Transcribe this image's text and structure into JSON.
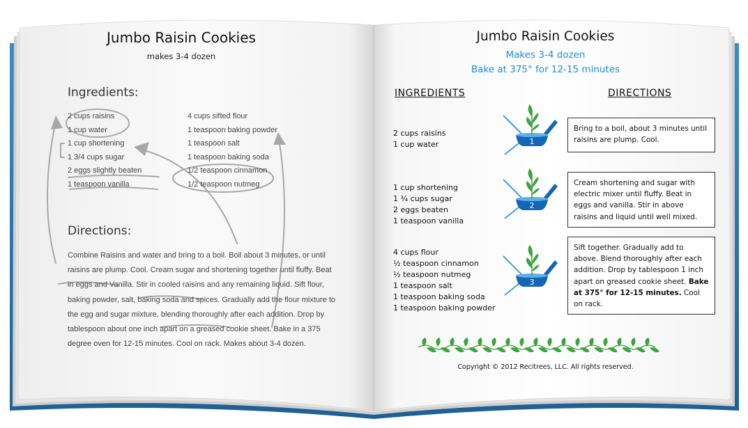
{
  "left": {
    "title": "Jumbo Raisin Cookies",
    "subtitle": "makes 3-4 dozen",
    "ingredients_heading": "Ingredients:",
    "ingredients_col1": [
      "2 cups raisins",
      "1 cup water",
      "1 cup shortening",
      "1 3/4 cups sugar",
      "2 eggs slightly beaten",
      "1 teaspoon vanilla"
    ],
    "ingredients_col2": [
      "4 cups sifted flour",
      "1 teaspoon baking powder",
      "1 teaspoon salt",
      "1 teaspoon baking soda",
      "1/2 teaspoon cinnamon",
      "1/2 teaspoon nutmeg"
    ],
    "directions_heading": "Directions:",
    "directions_lines": [
      "Combine Raisins and water and bring to a boil. Boil about 3 minutes, or until",
      "raisins are plump. Cool. Cream sugar and shortening together until fluffy. Beat",
      "in eggs and Vanilla. Stir in cooled raisins and any remaining liquid. Sift flour,",
      "baking powder, salt, baking soda and spices. Gradually add the flour mixture to",
      "the egg and sugar mixture, blending thoroughly after each addition. Drop by",
      "tablespoon about one inch apart on a greased cookie sheet. Bake in a 375",
      "degree oven for 12-15 minutes. Cool on rack. Makes about 3-4 dozen."
    ]
  },
  "right": {
    "title": "Jumbo Raisin Cookies",
    "subtitle1": "Makes 3-4 dozen",
    "subtitle2": "Bake at 375° for 12-15 minutes",
    "ingredients_heading": "INGREDIENTS",
    "directions_heading": "DIRECTIONS",
    "groups": [
      {
        "step": "1",
        "items": [
          "2 cups raisins",
          "1 cup water"
        ],
        "direction": "Bring to a boil, about 3 minutes until raisins are plump. Cool."
      },
      {
        "step": "2",
        "items": [
          "1 cup shortening",
          "1 ¾ cups sugar",
          "2 eggs beaten",
          "1 teaspoon vanilla"
        ],
        "direction": "Cream shortening and sugar with electric mixer until fluffy. Beat in eggs and vanilla. Stir in above raisins and liquid until well mixed."
      },
      {
        "step": "3",
        "items": [
          "4 cups flour",
          "½ teaspoon cinnamon",
          "½ teaspoon nutmeg",
          "1 teaspoon salt",
          "1 teaspoon baking soda",
          "1 teaspoon baking powder"
        ],
        "direction_pre": "Sift together. Gradually add to above. Blend thoroughly after each addition. Drop by tablespoon 1 inch apart on greased cookie sheet.",
        "direction_bold": "Bake at 375° for 12-15 minutes.",
        "direction_post": "Cool on rack."
      }
    ],
    "copyright": "Copyright © 2012 Recitrees, LLC. All rights reserved."
  },
  "colors": {
    "accent": "#1a8fd6",
    "bowl": "#1565b5",
    "leaf": "#3aa53a",
    "book_cover": "#2e78ad"
  },
  "icons": {
    "step_icon": "bowl-with-sprout-icon",
    "divider": "vine-leaf-divider"
  }
}
